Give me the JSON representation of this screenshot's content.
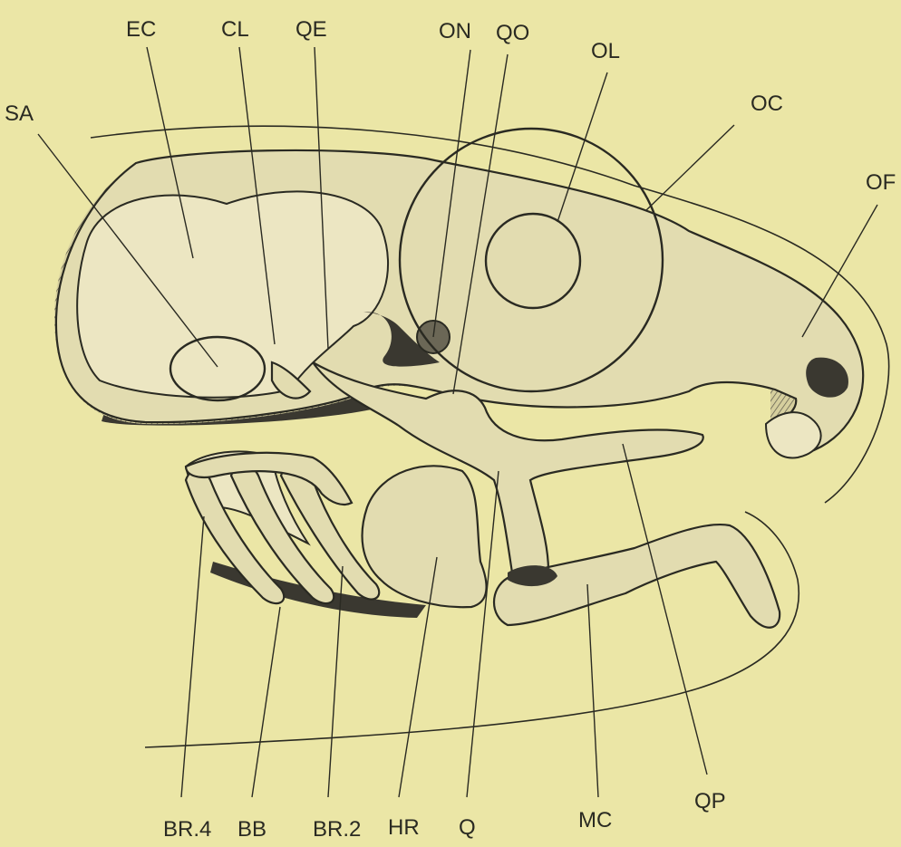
{
  "figure": {
    "top_labels": [
      "EC",
      "CL",
      "QE",
      "ON",
      "QO",
      "OL",
      "OC"
    ],
    "left_label": "SA",
    "right_label": "OF",
    "bottom_labels": [
      "BR.4",
      "BB",
      "BR.2",
      "HR",
      "Q",
      "MC",
      "QP"
    ]
  }
}
